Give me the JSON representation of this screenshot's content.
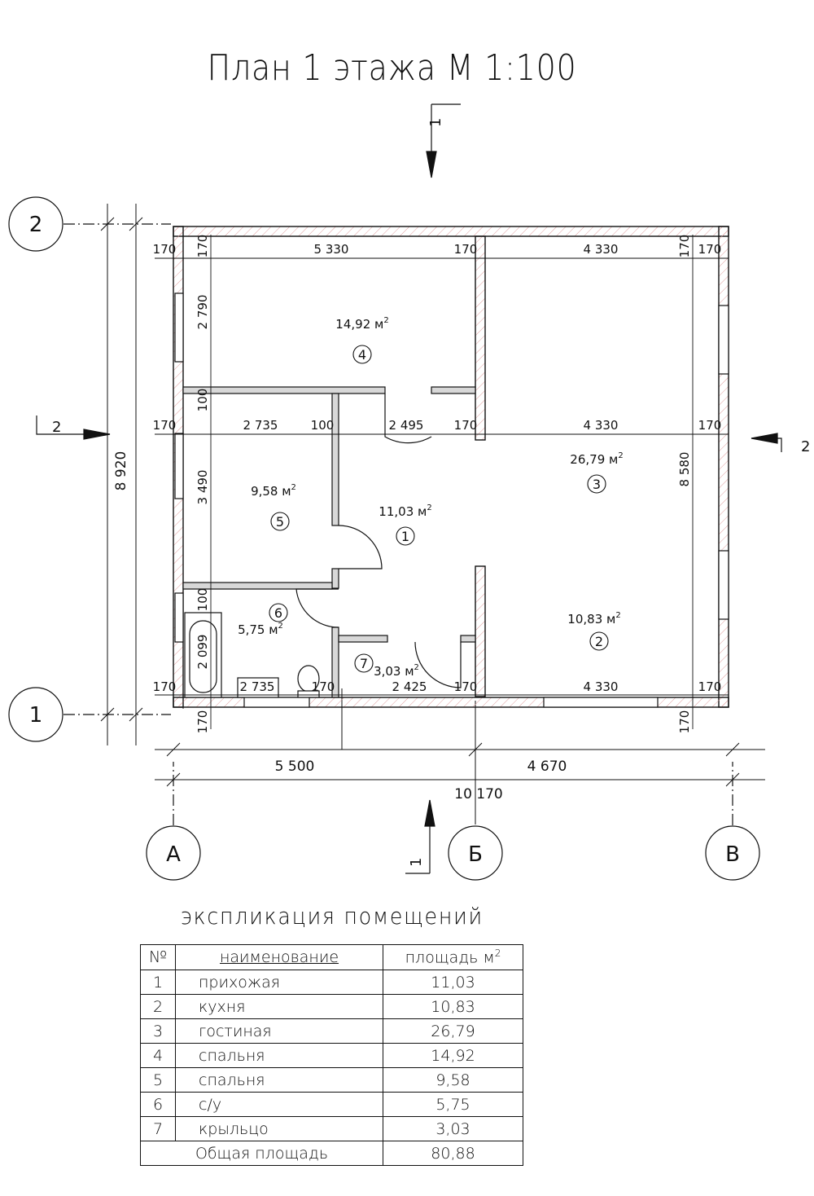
{
  "title": "План 1 этажа   М 1:100",
  "axes": {
    "rows": [
      "2",
      "1"
    ],
    "cols": [
      "А",
      "Б",
      "В"
    ]
  },
  "sections": {
    "s1": "1",
    "s2": "2"
  },
  "dimensions": {
    "top_row": [
      "170",
      "5 330",
      "170",
      "4 330",
      "170"
    ],
    "mid_row": [
      "170",
      "2 735",
      "100",
      "2 495",
      "170",
      "4 330",
      "170"
    ],
    "bottom_row": [
      "170",
      "2 735",
      "170",
      "2 425",
      "170",
      "4 330",
      "170"
    ],
    "left_col": [
      "170",
      "2 790",
      "100",
      "3 490",
      "100",
      "2 099",
      "170"
    ],
    "overall_height": "8 920",
    "inner_height": "8 580",
    "axis_row_1": [
      "5 500",
      "4 670"
    ],
    "axis_row_2": "10 170"
  },
  "rooms": [
    {
      "num": "1",
      "area": "11,03"
    },
    {
      "num": "2",
      "area": "10,83"
    },
    {
      "num": "3",
      "area": "26,79"
    },
    {
      "num": "4",
      "area": "14,92"
    },
    {
      "num": "5",
      "area": "9,58"
    },
    {
      "num": "6",
      "area": "5,75"
    },
    {
      "num": "7",
      "area": "3,03"
    }
  ],
  "area_unit": "м",
  "area_unit_sup": "2",
  "explication": {
    "title": "экспликация помещений",
    "headers": [
      "№",
      "наименование",
      "площадь м"
    ],
    "header_sup": "2",
    "rows": [
      {
        "num": "1",
        "name": "прихожая",
        "area": "11,03"
      },
      {
        "num": "2",
        "name": "кухня",
        "area": "10,83"
      },
      {
        "num": "3",
        "name": "гостиная",
        "area": "26,79"
      },
      {
        "num": "4",
        "name": "спальня",
        "area": "14,92"
      },
      {
        "num": "5",
        "name": "спальня",
        "area": "9,58"
      },
      {
        "num": "6",
        "name": "с/у",
        "area": "5,75"
      },
      {
        "num": "7",
        "name": "крыльцо",
        "area": "3,03"
      }
    ],
    "total_label": "Общая площадь",
    "total_value": "80,88"
  }
}
